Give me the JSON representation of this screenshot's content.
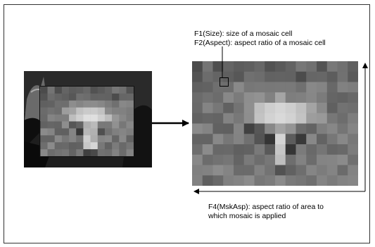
{
  "labels": {
    "f1": "F1(Size): size of a mosaic cell",
    "f2": "F2(Aspect): aspect ratio of a mosaic cell",
    "f4_line1": "F4(MskAsp): aspect ratio of area to",
    "f4_line2": "which mosaic is applied"
  }
}
